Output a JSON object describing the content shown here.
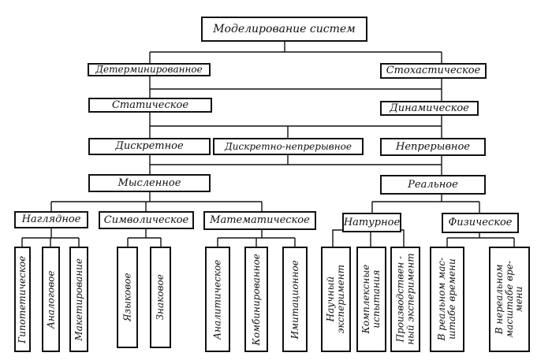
{
  "title": "Моделирование систем",
  "nodes": {
    "determined": "Детерминированное",
    "stochastic": "Стохастическое",
    "static": "Статическое",
    "dynamic": "Динамическое",
    "discrete": "Дискретное",
    "discrete_continuous": "Дискретно-непрерывное",
    "continuous": "Непрерывное",
    "mental": "Мысленное",
    "real": "Реальное",
    "visual": "Наглядное",
    "symbolic": "Символическое",
    "mathematical": "Математическое",
    "natural": "Натурное",
    "physical": "Физическое"
  },
  "leaves": {
    "hypothetical": "Гипотетическое",
    "analog": "Аналоговое",
    "mockup": "Макетирование",
    "linguistic": "Языковое",
    "sign": "Знаковое",
    "analytical": "Аналитическое",
    "combined": "Комбинированное",
    "simulation": "Имитационное",
    "scientific_experiment": "Научный\nэксперимент",
    "complex_tests": "Комплексные\nиспытания",
    "production_experiment": "Производствен -\nный эксперимент",
    "realtime": "В реальном мас-\nштабе времени",
    "non_realtime": "В нереальном\nмасштабе вре-\nмени"
  }
}
